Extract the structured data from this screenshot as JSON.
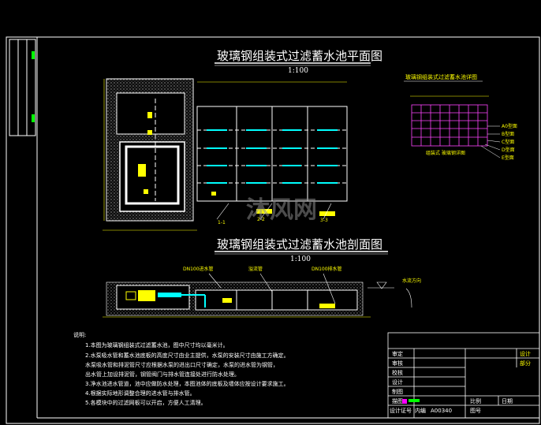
{
  "drawing": {
    "plan_title": "玻璃钢组装式过滤蓄水池平面图",
    "plan_scale": "1:100",
    "section_title": "玻璃钢组装式过滤蓄水池剖面图",
    "section_scale": "1:100",
    "mesh_title": "玻璃钢组装式过滤蓄水池详图",
    "mesh_labels": [
      "A0型面",
      "B型面",
      "C型面",
      "D型面",
      "E型面"
    ],
    "mesh_caption": "组装式 玻璃钢详图",
    "section_callouts": [
      "DN100进水管",
      "溢流管",
      "DN100排水管",
      "水流方向"
    ],
    "plan_callouts": [
      "1-1",
      "2-2",
      "3-3"
    ],
    "notes_heading": "说明:",
    "notes": [
      "1.本图为玻璃钢组装式过滤蓄水池，图中尺寸均以毫米计。",
      "2.水泵吸水管和蓄水池底板的高度尺寸由业主提供，水泵的安装尺寸由施工方确定。",
      "  水泵吸水管和排泥管尺寸应根据水泵的进出口尺寸确定，水泵的进水管为钢管，",
      "  出水管上加设排泥管，钢管阀门与排水管连接处进行防水处理。",
      "3.净水池进水管道，池中应做防水处理，本图池体的底板及墙体应按设计要求施工。",
      "4.根据实际地形调整合理的进水管与排水管。",
      "5.各模块中的过滤网板可以开启，方便人工清理。"
    ],
    "watermark": "沐风网",
    "title_block": {
      "rows": [
        "审定",
        "审核",
        "校核",
        "设计",
        "制图",
        "描图"
      ],
      "right_labels": [
        "设计",
        "部分"
      ],
      "bottom": [
        "设计证号",
        "内编",
        "比例",
        "日期",
        "图号"
      ],
      "cert_no": "A00340"
    }
  }
}
